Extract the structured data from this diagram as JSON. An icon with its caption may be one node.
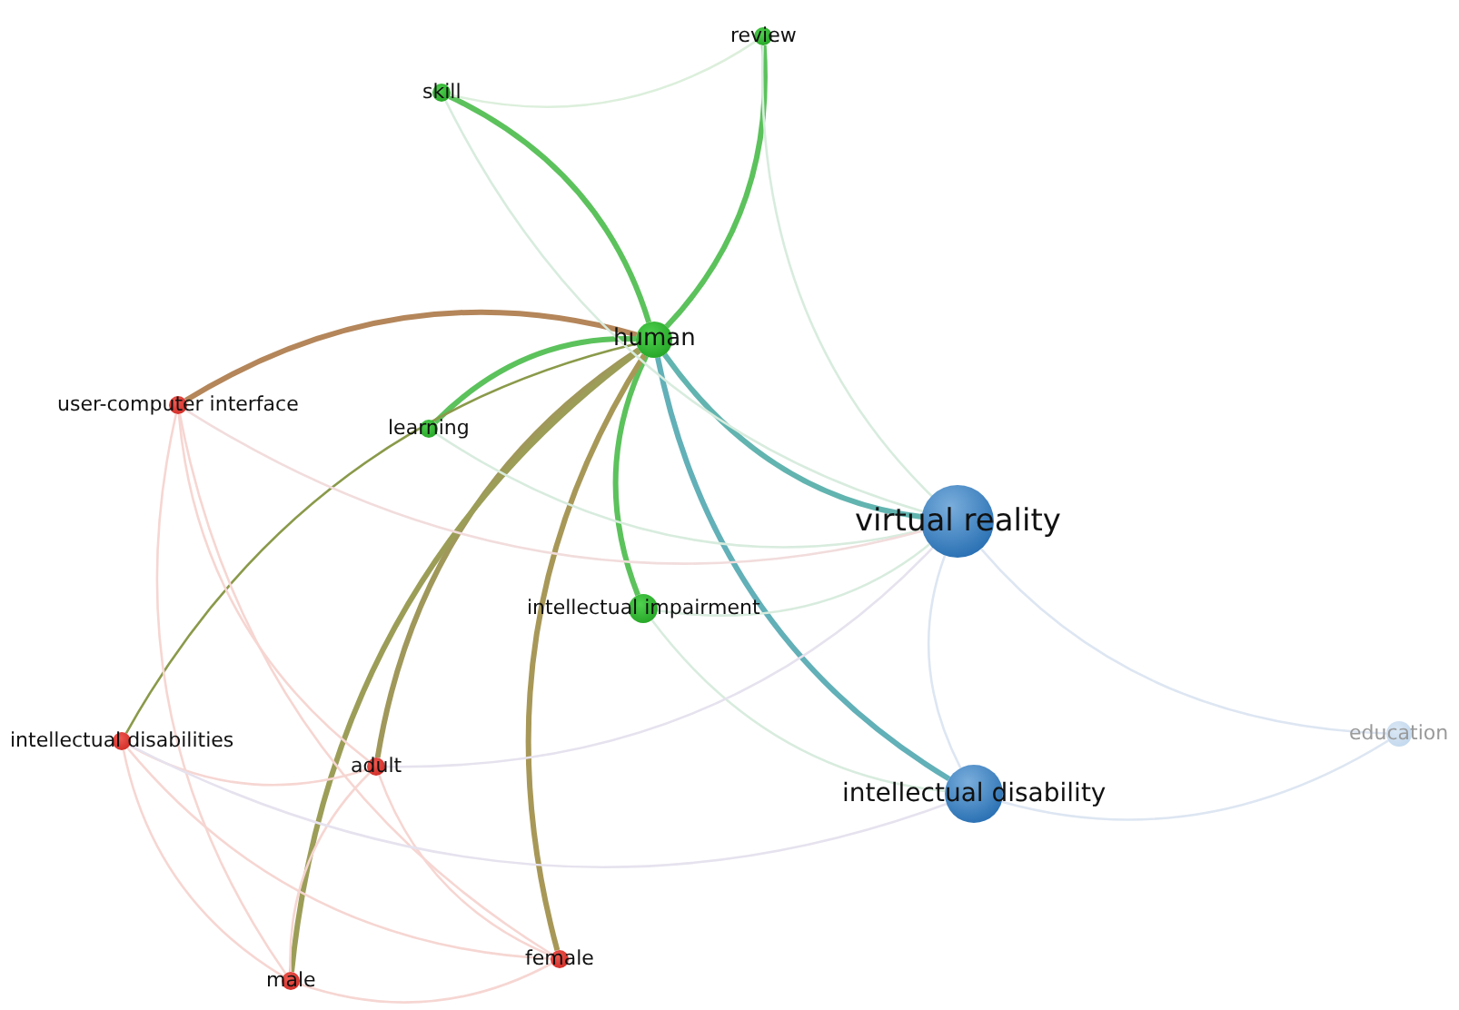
{
  "diagram": {
    "nodes": [
      {
        "text": [
          "review"
        ]
      },
      {
        "text": [
          "skill"
        ]
      },
      {
        "text": [
          "human"
        ]
      },
      {
        "text": [
          "user-computer interface"
        ]
      },
      {
        "text": [
          "learning"
        ]
      },
      {
        "text": [
          "virtual reality"
        ]
      },
      {
        "text": [
          "intellectual impairment"
        ]
      },
      {
        "text": [
          "intellectual disabilities"
        ]
      },
      {
        "text": [
          "adult"
        ]
      },
      {
        "text": [
          "intellectual disability"
        ]
      },
      {
        "text": [
          "education"
        ]
      },
      {
        "text": [
          "female"
        ]
      },
      {
        "text": [
          "male"
        ]
      }
    ],
    "edges": [
      {
        "from": 2,
        "to": 1,
        "arrow": "none",
        "style": "thick",
        "color": "#5cc25c"
      },
      {
        "from": 2,
        "to": 0,
        "arrow": "none",
        "style": "thick",
        "color": "#5cc25c"
      },
      {
        "from": 2,
        "to": 3,
        "arrow": "none",
        "style": "thick",
        "color": "#b4865a"
      },
      {
        "from": 2,
        "to": 4,
        "arrow": "none",
        "style": "thick",
        "color": "#5cc25c"
      },
      {
        "from": 2,
        "to": 5,
        "arrow": "none",
        "style": "thick",
        "color": "#62b4b0"
      },
      {
        "from": 2,
        "to": 6,
        "arrow": "none",
        "style": "thick",
        "color": "#5cc25c"
      },
      {
        "from": 2,
        "to": 7,
        "arrow": "none",
        "color": "#8a9a4a"
      },
      {
        "from": 2,
        "to": 8,
        "arrow": "none",
        "style": "thick",
        "color": "#a0985a"
      },
      {
        "from": 2,
        "to": 9,
        "arrow": "none",
        "style": "thick",
        "color": "#62b0b8"
      },
      {
        "from": 2,
        "to": 12,
        "arrow": "none",
        "style": "thick",
        "color": "#9c9e58"
      },
      {
        "from": 2,
        "to": 11,
        "arrow": "none",
        "style": "thick",
        "color": "#a89858"
      },
      {
        "from": 5,
        "to": 10,
        "arrow": "none",
        "color": "#dde6f2"
      },
      {
        "from": 9,
        "to": 10,
        "arrow": "none",
        "color": "#dde6f2"
      },
      {
        "from": 5,
        "to": 9,
        "arrow": "none",
        "color": "#dde6f2"
      },
      {
        "from": 1,
        "to": 0,
        "arrow": "none",
        "color": "#dcefdc"
      },
      {
        "from": 1,
        "to": 5,
        "arrow": "none",
        "color": "#d8ecde"
      },
      {
        "from": 0,
        "to": 5,
        "arrow": "none",
        "color": "#d8ecde"
      },
      {
        "from": 4,
        "to": 5,
        "arrow": "none",
        "color": "#d8ecde"
      },
      {
        "from": 6,
        "to": 5,
        "arrow": "none",
        "color": "#d8ecde"
      },
      {
        "from": 6,
        "to": 9,
        "arrow": "none",
        "color": "#d8ecde"
      },
      {
        "from": 3,
        "to": 8,
        "arrow": "none",
        "color": "#f6d6d2"
      },
      {
        "from": 3,
        "to": 12,
        "arrow": "none",
        "color": "#f6d6d2"
      },
      {
        "from": 3,
        "to": 11,
        "arrow": "none",
        "color": "#f6d6d2"
      },
      {
        "from": 3,
        "to": 5,
        "arrow": "none",
        "color": "#f2dcdc"
      },
      {
        "from": 7,
        "to": 8,
        "arrow": "none",
        "color": "#f6d6d2"
      },
      {
        "from": 7,
        "to": 12,
        "arrow": "none",
        "color": "#f6d6d2"
      },
      {
        "from": 7,
        "to": 11,
        "arrow": "none",
        "color": "#f6d6d2"
      },
      {
        "from": 8,
        "to": 12,
        "arrow": "none",
        "color": "#f6d6d2"
      },
      {
        "from": 8,
        "to": 11,
        "arrow": "none",
        "color": "#f6d6d2"
      },
      {
        "from": 12,
        "to": 11,
        "arrow": "none",
        "color": "#f6d6d2"
      },
      {
        "from": 8,
        "to": 5,
        "arrow": "none",
        "color": "#e6e2ee"
      },
      {
        "from": 7,
        "to": 9,
        "arrow": "none",
        "color": "#e6e2ee"
      }
    ]
  }
}
